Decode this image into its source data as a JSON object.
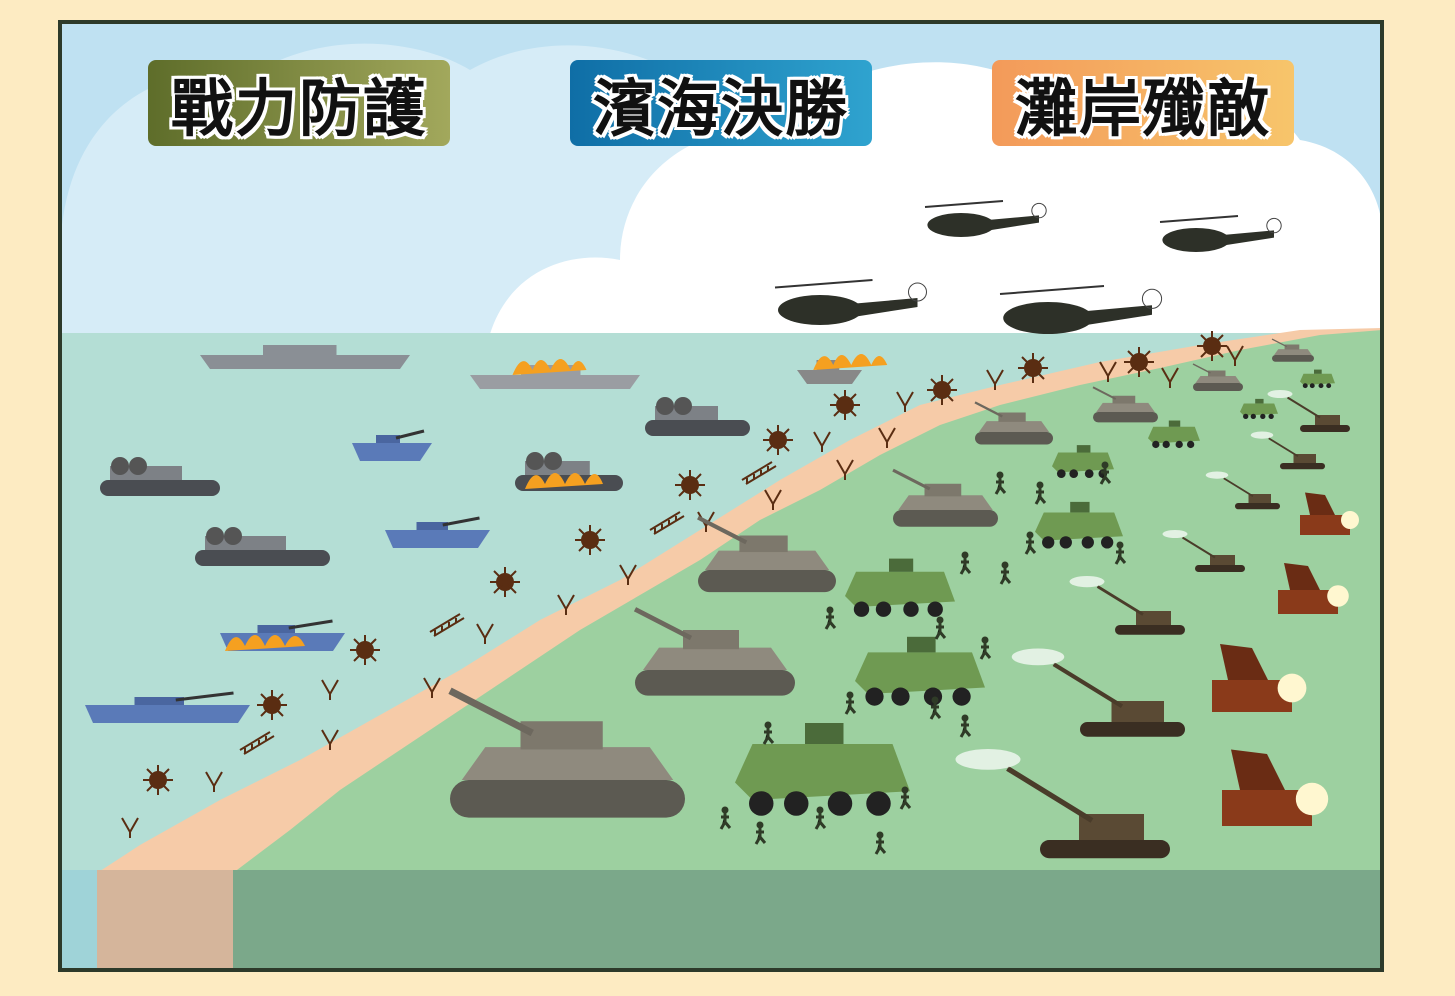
{
  "titles": {
    "left": "戰力防護",
    "center": "濱海決勝",
    "right": "灘岸殲敵"
  },
  "colors": {
    "background": "#fdebc2",
    "frame": "#2d3a2a",
    "sky": "#bfe1f2",
    "cloud": "#ffffff",
    "sea": "#b4ded5",
    "beach": "#f6cba8",
    "land": "#9dd0a0",
    "ground_band": "#7ba88a",
    "badge_left": "#6b7a35",
    "badge_center": "#1a86bb",
    "badge_right": "#f4a85e"
  }
}
